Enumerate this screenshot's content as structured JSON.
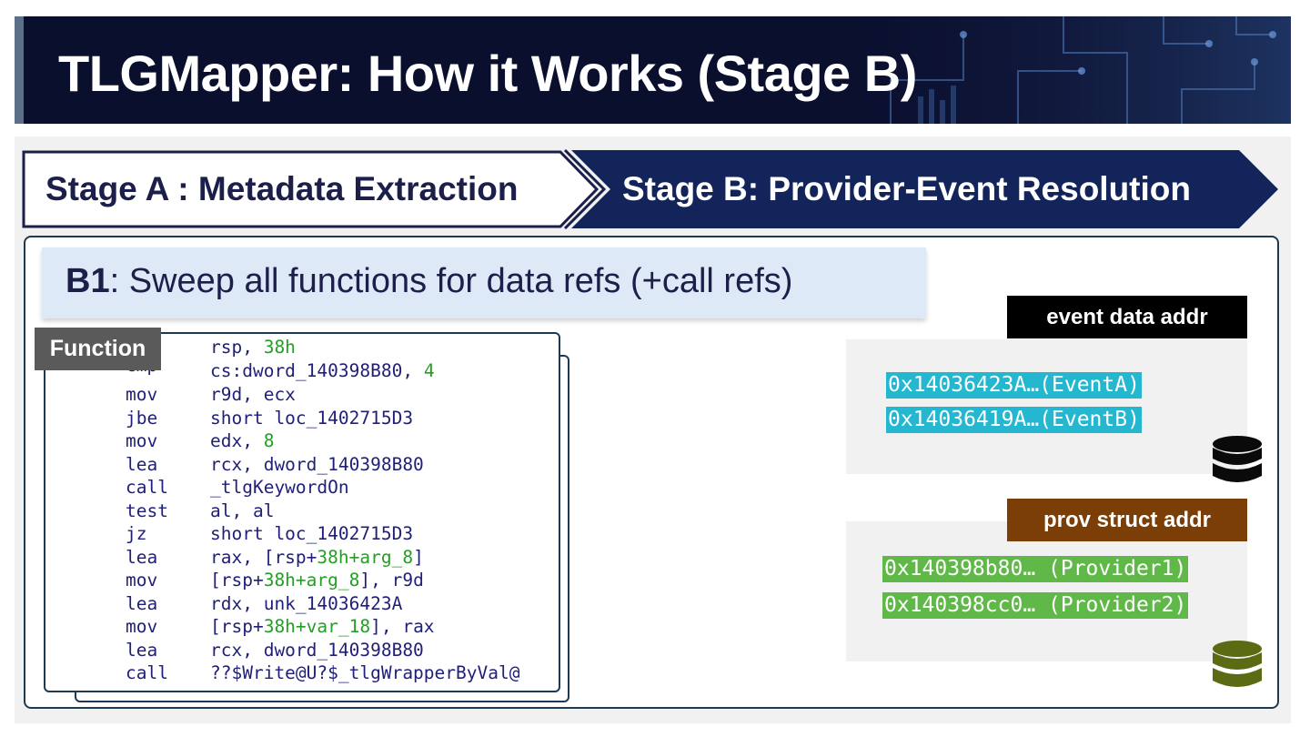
{
  "title": "TLGMapper: How it Works (Stage B)",
  "stages": {
    "stage_a": "Stage A : Metadata Extraction",
    "stage_b": "Stage B: Provider-Event Resolution"
  },
  "b1": {
    "prefix": "B1",
    "text": ": Sweep all functions for data refs (+call refs)"
  },
  "function_tag": "Function",
  "code_lines": [
    {
      "mnemonic": "",
      "operand": "rsp, ",
      "num": "38h",
      "rest": ""
    },
    {
      "mnemonic": "cmp",
      "operand": "cs:dword_140398B80, ",
      "num": "4",
      "rest": ""
    },
    {
      "mnemonic": "mov",
      "operand": "r9d, ecx",
      "num": "",
      "rest": ""
    },
    {
      "mnemonic": "jbe",
      "operand": "short loc_1402715D3",
      "num": "",
      "rest": ""
    },
    {
      "mnemonic": "mov",
      "operand": "edx, ",
      "num": "8",
      "rest": ""
    },
    {
      "mnemonic": "lea",
      "operand": "rcx, dword_140398B80",
      "num": "",
      "rest": ""
    },
    {
      "mnemonic": "call",
      "operand": "_tlgKeywordOn",
      "num": "",
      "rest": ""
    },
    {
      "mnemonic": "test",
      "operand": "al, al",
      "num": "",
      "rest": ""
    },
    {
      "mnemonic": "jz",
      "operand": "short loc_1402715D3",
      "num": "",
      "rest": ""
    },
    {
      "mnemonic": "lea",
      "operand": "rax, [rsp+",
      "num": "38h+arg_8",
      "rest": "]"
    },
    {
      "mnemonic": "mov",
      "operand": "[rsp+",
      "num": "38h+arg_8",
      "rest": "], r9d"
    },
    {
      "mnemonic": "lea",
      "operand": "rdx, unk_14036423A",
      "num": "",
      "rest": ""
    },
    {
      "mnemonic": "mov",
      "operand": "[rsp+",
      "num": "38h+var_18",
      "rest": "], rax"
    },
    {
      "mnemonic": "lea",
      "operand": "rcx, dword_140398B80",
      "num": "",
      "rest": ""
    },
    {
      "mnemonic": "call",
      "operand": "??$Write@U?$_tlgWrapperByVal@",
      "num": "",
      "rest": ""
    }
  ],
  "event_data": {
    "header": "event data addr",
    "items": [
      "0x14036423A…(EventA)",
      "0x14036419A…(EventB)"
    ]
  },
  "prov_struct": {
    "header": "prov struct  addr",
    "items": [
      "0x140398b80… (Provider1)",
      "0x140398cc0… (Provider2)"
    ]
  },
  "colors": {
    "title_bg": "#0b0f2e",
    "stage_b_bg": "#13245a",
    "b1_bg": "#dde9f7",
    "event_addr_bg": "#25b6d0",
    "prov_addr_bg": "#5fb847",
    "prov_header_bg": "#7a3e06",
    "prov_db": "#5a6b14"
  },
  "icons": [
    "database-icon-black",
    "database-icon-olive"
  ]
}
